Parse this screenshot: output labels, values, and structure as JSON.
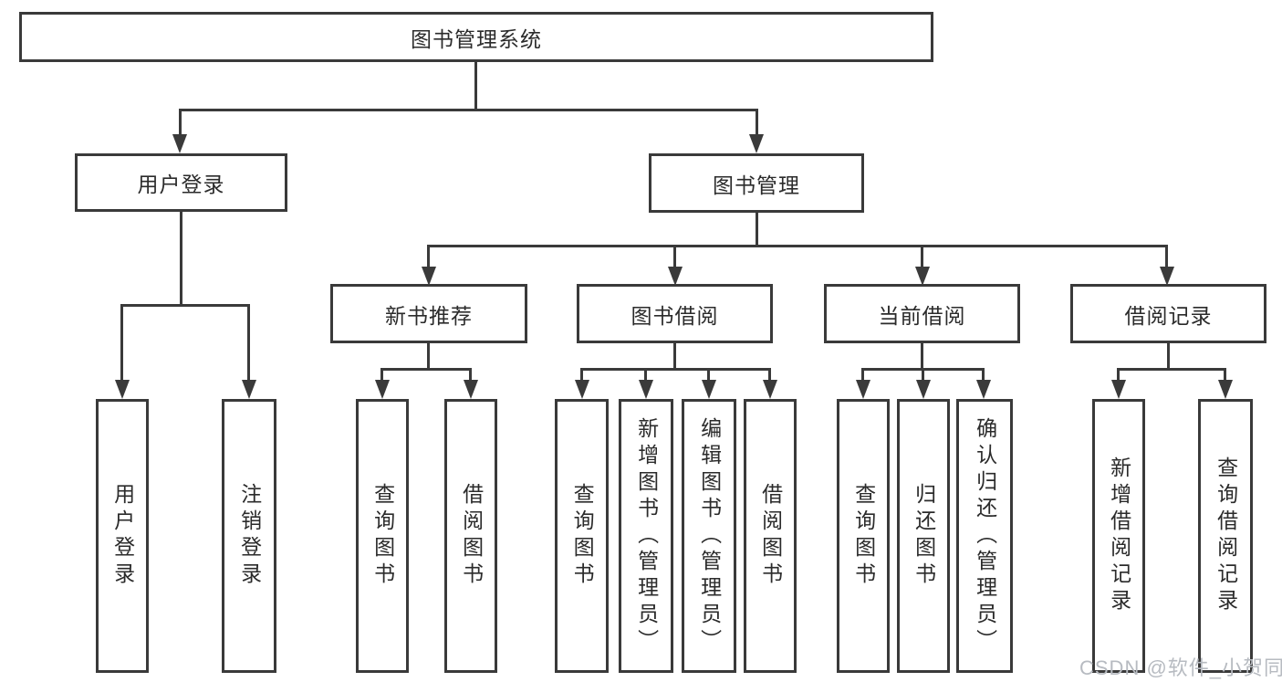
{
  "colors": {
    "line": "#3a3a3a",
    "text": "#2b2b2b",
    "watermark": "#b7bbc1",
    "background": "#ffffff"
  },
  "watermark": {
    "text": "CSDN @软件_小贺同学"
  },
  "tree": {
    "label": "图书管理系统",
    "children": [
      {
        "label": "用户登录",
        "children": [
          {
            "label": "用户登录"
          },
          {
            "label": "注销登录"
          }
        ]
      },
      {
        "label": "图书管理",
        "children": [
          {
            "label": "新书推荐",
            "children": [
              {
                "label": "查询图书"
              },
              {
                "label": "借阅图书"
              }
            ]
          },
          {
            "label": "图书借阅",
            "children": [
              {
                "label": "查询图书"
              },
              {
                "label": "新增图书（管理员）"
              },
              {
                "label": "编辑图书（管理员）"
              },
              {
                "label": "借阅图书"
              }
            ]
          },
          {
            "label": "当前借阅",
            "children": [
              {
                "label": "查询图书"
              },
              {
                "label": "归还图书"
              },
              {
                "label": "确认归还（管理员）"
              }
            ]
          },
          {
            "label": "借阅记录",
            "children": [
              {
                "label": "新增借阅记录"
              },
              {
                "label": "查询借阅记录"
              }
            ]
          }
        ]
      }
    ]
  }
}
